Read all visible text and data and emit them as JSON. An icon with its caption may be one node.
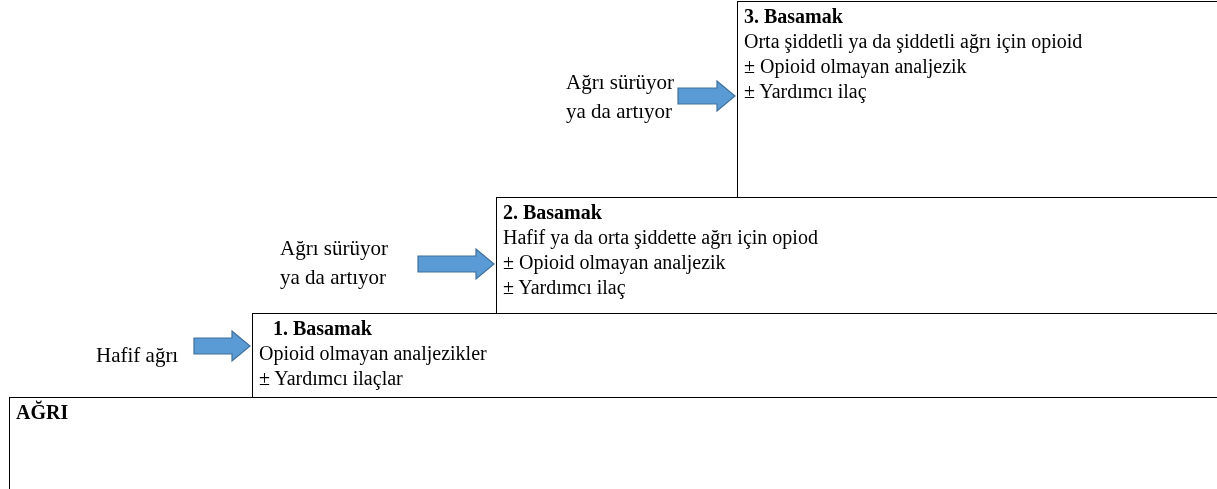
{
  "diagram": {
    "nodes": [
      {
        "text": [
          "AĞRI"
        ]
      },
      {
        "text": [
          "1. Basamak",
          "Opioid olmayan analjezikler",
          "± Yardımcı ilaçlar"
        ]
      },
      {
        "text": [
          "Hafif ağrı"
        ]
      },
      {
        "text": [
          "2. Basamak",
          "Hafif ya da orta şiddette ağrı için opiod",
          "± Opioid olmayan analjezik",
          "± Yardımcı ilaç"
        ]
      },
      {
        "text": [
          "Ağrı sürüyor ya da artıyor"
        ]
      },
      {
        "text": [
          "3. Basamak",
          "Orta şiddetli ya da şiddetli ağrı için opioid",
          "± Opioid olmayan analjezik",
          "± Yardımcı ilaç"
        ]
      },
      {
        "text": [
          "Ağrı sürüyor ya da artıyor"
        ]
      }
    ],
    "edges": [
      {
        "from": 2,
        "to": 1,
        "arrow": "to"
      },
      {
        "from": 4,
        "to": 3,
        "arrow": "to"
      },
      {
        "from": 6,
        "to": 5,
        "arrow": "to"
      }
    ]
  }
}
